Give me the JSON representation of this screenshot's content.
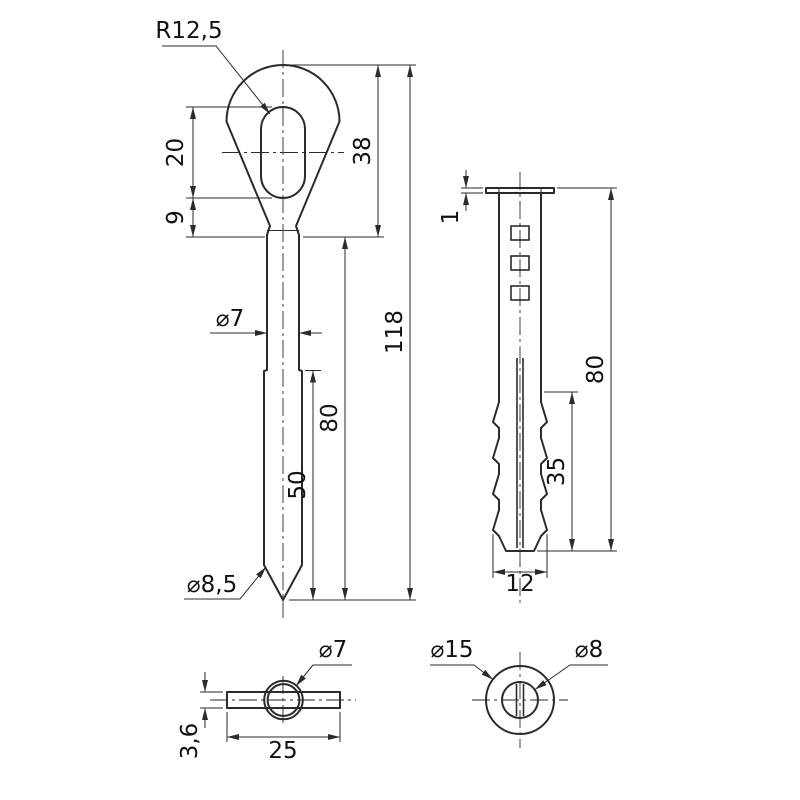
{
  "drawing": {
    "type": "technical-drawing",
    "background": "#ffffff",
    "line_color": "#2b2b2b",
    "views": {
      "eyebolt_front": {
        "dims": {
          "head_radius": "R12,5",
          "slot_length": "20",
          "slot_offset": "9",
          "head_height": "38",
          "total_length": "118",
          "shaft_diameter": "⌀7",
          "thread_length": "50",
          "shank_length": "80",
          "tip_diameter": "⌀8,5"
        }
      },
      "anchor_front": {
        "dims": {
          "collar_thickness": "1",
          "total_length": "80",
          "expansion_length": "35",
          "body_width": "12"
        }
      },
      "eyebolt_top": {
        "dims": {
          "hole_diameter": "⌀7",
          "head_width": "25",
          "plate_thickness": "3,6"
        }
      },
      "anchor_top": {
        "dims": {
          "collar_diameter": "⌀15",
          "bore_diameter": "⌀8"
        }
      }
    }
  }
}
